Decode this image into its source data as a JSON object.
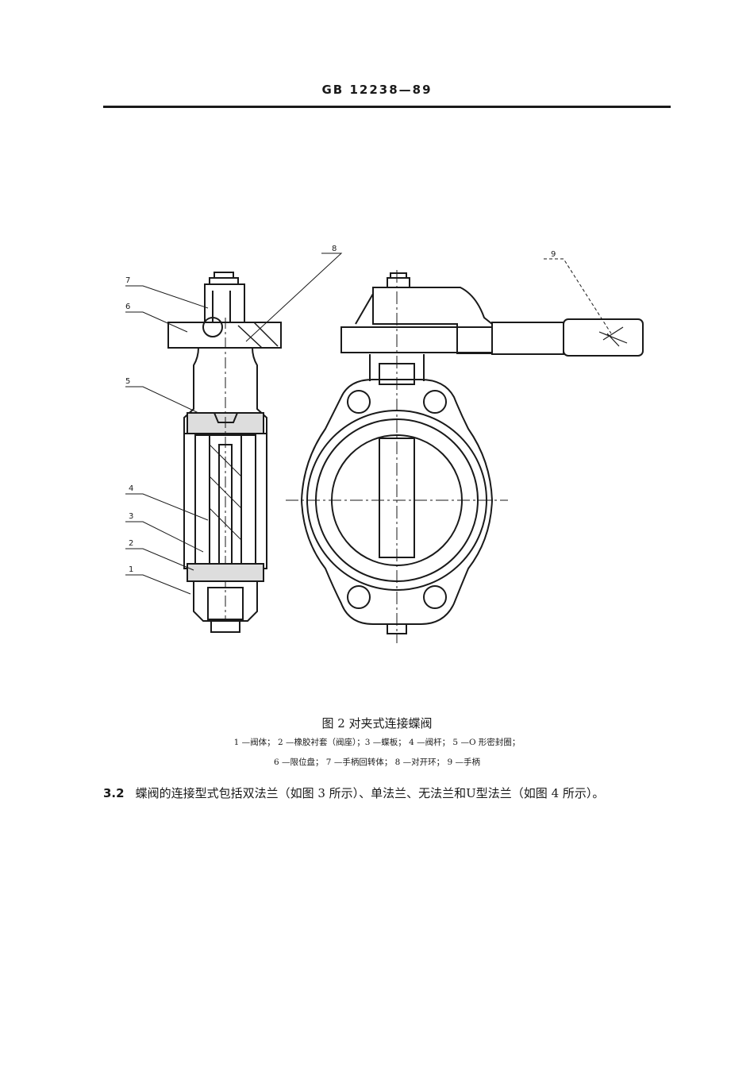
{
  "header": {
    "standard": "GB 12238—89"
  },
  "figure": {
    "callouts": [
      "1",
      "2",
      "3",
      "4",
      "5",
      "6",
      "7",
      "8",
      "9"
    ],
    "title": "图 2  对夹式连接蝶阀",
    "legend_line1": "1 —阀体； 2 —橡胶衬套（阀座）；3 —蝶板； 4 —阀杆； 5 —O 形密封圈；",
    "legend_line2": "6 —限位盘； 7 —手柄回转体； 8 —对开环； 9 —手柄"
  },
  "clause": {
    "number": "3.2",
    "text": "蝶阀的连接型式包括双法兰（如图 3 所示）、单法兰、无法兰和U型法兰（如图 4 所示）。"
  }
}
